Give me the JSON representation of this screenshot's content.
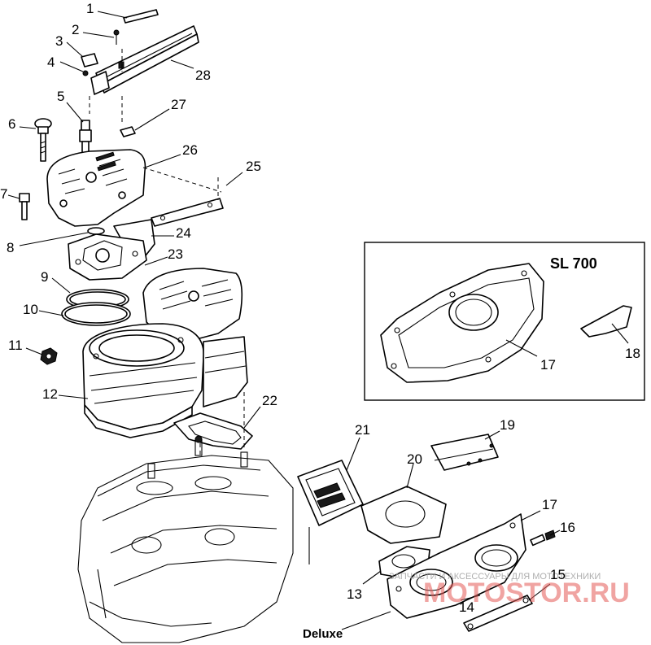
{
  "callouts": [
    {
      "id": "c1",
      "text": "1"
    },
    {
      "id": "c2",
      "text": "2"
    },
    {
      "id": "c3",
      "text": "3"
    },
    {
      "id": "c4",
      "text": "4"
    },
    {
      "id": "c5",
      "text": "5"
    },
    {
      "id": "c6",
      "text": "6"
    },
    {
      "id": "c7",
      "text": "7"
    },
    {
      "id": "c8",
      "text": "8"
    },
    {
      "id": "c9",
      "text": "9"
    },
    {
      "id": "c10",
      "text": "10"
    },
    {
      "id": "c11",
      "text": "11"
    },
    {
      "id": "c12",
      "text": "12"
    },
    {
      "id": "c13",
      "text": "13"
    },
    {
      "id": "c14",
      "text": "14"
    },
    {
      "id": "c15",
      "text": "15"
    },
    {
      "id": "c16",
      "text": "16"
    },
    {
      "id": "c17a",
      "text": "17"
    },
    {
      "id": "c17b",
      "text": "17"
    },
    {
      "id": "c18",
      "text": "18"
    },
    {
      "id": "c19",
      "text": "19"
    },
    {
      "id": "c20",
      "text": "20"
    },
    {
      "id": "c21",
      "text": "21"
    },
    {
      "id": "c22",
      "text": "22"
    },
    {
      "id": "c23",
      "text": "23"
    },
    {
      "id": "c24",
      "text": "24"
    },
    {
      "id": "c25",
      "text": "25"
    },
    {
      "id": "c26",
      "text": "26"
    },
    {
      "id": "c27",
      "text": "27"
    },
    {
      "id": "c28",
      "text": "28"
    }
  ],
  "inset": {
    "title": "SL 700"
  },
  "variant_label": "Deluxe",
  "watermark": {
    "brand": "MOTOSTOR.RU",
    "tagline": "ЗАПЧАСТИ И АКСЕССУАРЫ ДЛЯ МОТОТЕХНИКИ"
  }
}
